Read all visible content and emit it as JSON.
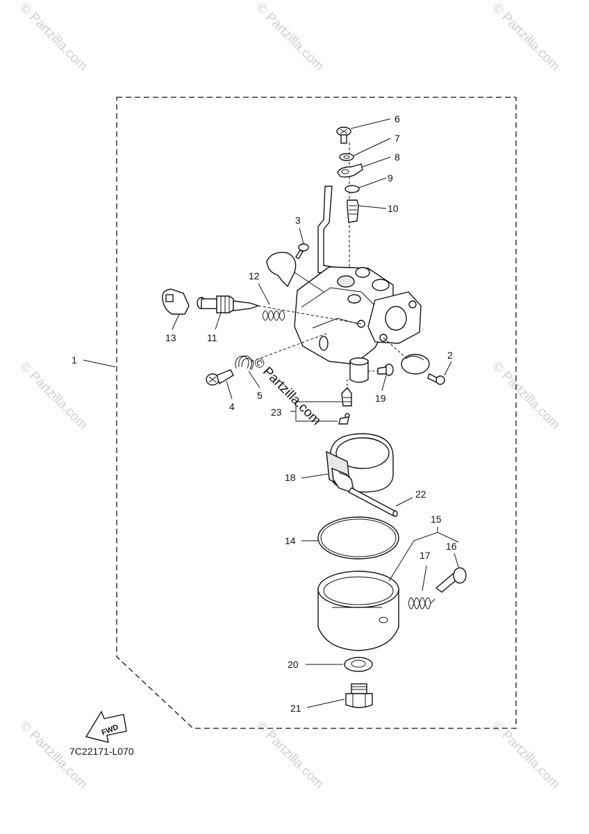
{
  "watermark": {
    "text": "© Partzilla.com",
    "instances": 9
  },
  "center_watermark": "© Partzilla.com",
  "callouts": [
    "1",
    "2",
    "3",
    "4",
    "5",
    "6",
    "7",
    "8",
    "9",
    "10",
    "11",
    "12",
    "13",
    "14",
    "15",
    "16",
    "17",
    "18",
    "19",
    "20",
    "21",
    "22",
    "23"
  ],
  "fwd_arrow_label": "FWD",
  "diagram_code": "7C22171-L070"
}
